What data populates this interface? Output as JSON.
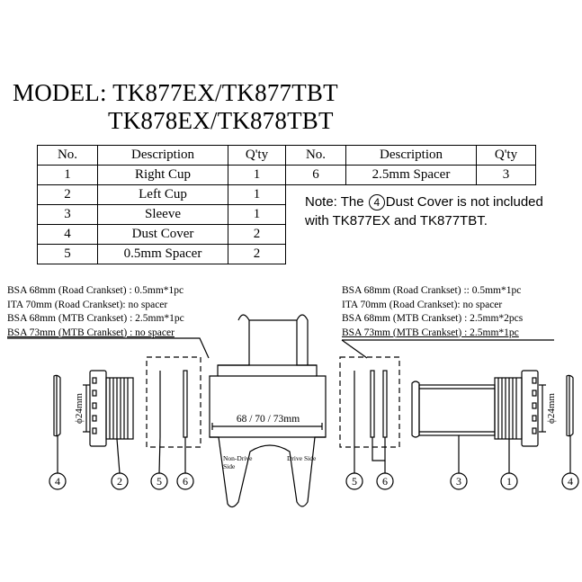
{
  "model": {
    "line1": "MODEL: TK877EX/TK877TBT",
    "line2": "TK878EX/TK878TBT"
  },
  "table_left": {
    "headers": [
      "No.",
      "Description",
      "Q'ty"
    ],
    "rows": [
      [
        "1",
        "Right Cup",
        "1"
      ],
      [
        "2",
        "Left Cup",
        "1"
      ],
      [
        "3",
        "Sleeve",
        "1"
      ],
      [
        "4",
        "Dust Cover",
        "2"
      ],
      [
        "5",
        "0.5mm Spacer",
        "2"
      ]
    ]
  },
  "table_right": {
    "headers": [
      "No.",
      "Description",
      "Q'ty"
    ],
    "rows": [
      [
        "6",
        "2.5mm Spacer",
        "3"
      ]
    ]
  },
  "note": {
    "prefix": "Note: The",
    "circled": "4",
    "suffix": "Dust Cover is not included",
    "line2": "with TK877EX and TK877TBT."
  },
  "spec_left": [
    "BSA 68mm (Road Crankset) : 0.5mm*1pc",
    "ITA 70mm (Road Crankset): no spacer",
    "BSA 68mm (MTB Crankset) : 2.5mm*1pc",
    "BSA 73mm (MTB Crankset) : no spacer"
  ],
  "spec_right": [
    "BSA 68mm (Road Crankset) :: 0.5mm*1pc",
    "ITA 70mm (Road Crankset): no spacer",
    "BSA 68mm (MTB Crankset) : 2.5mm*2pcs",
    "BSA 73mm (MTB Crankset) : 2.5mm*1pc"
  ],
  "diagram": {
    "shell_width_label": "68 / 70 / 73mm",
    "non_drive_side": "Non-Drive\nSide",
    "drive_side": "Drive Side",
    "cup_dim_left": "ϕ24mm",
    "cup_dim_right": "ϕ24mm",
    "callouts_left": [
      "4",
      "2",
      "5",
      "6"
    ],
    "callouts_right": [
      "5",
      "6",
      "3",
      "1",
      "4"
    ]
  }
}
